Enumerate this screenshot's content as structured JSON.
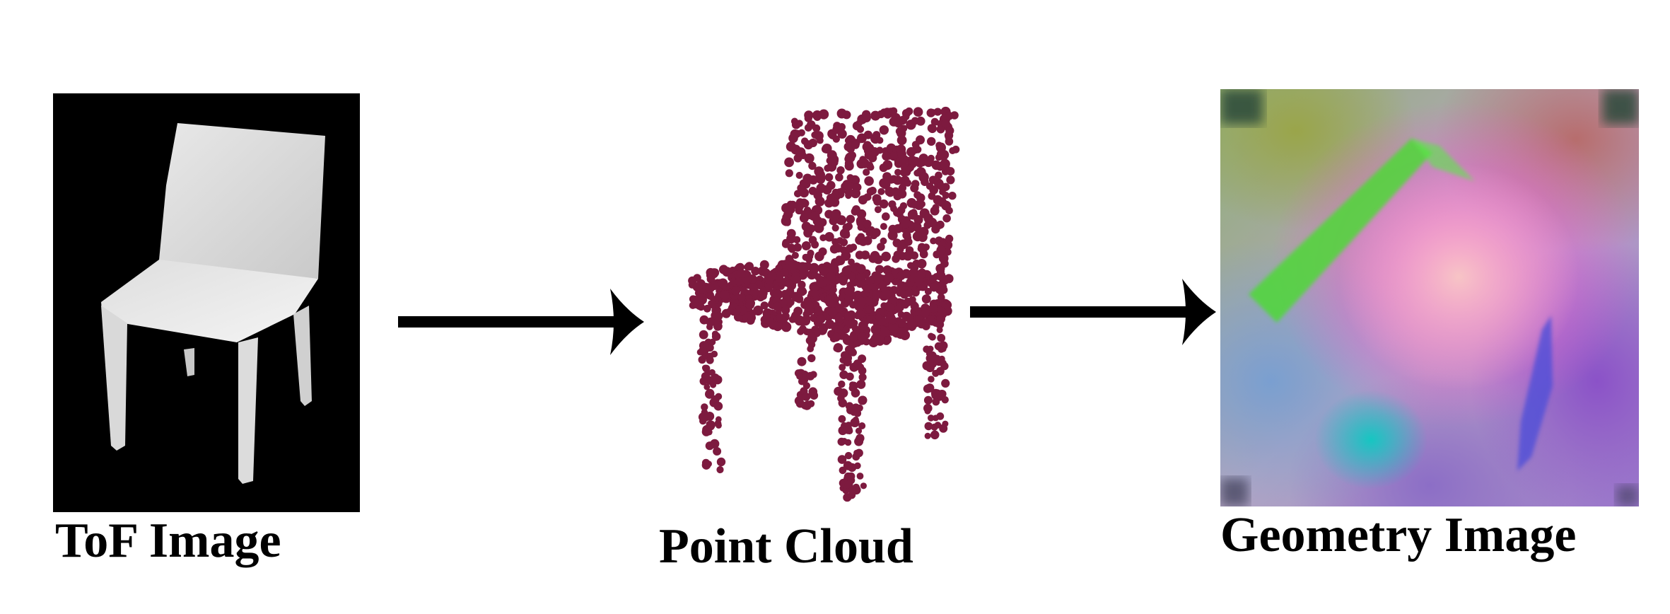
{
  "stages": [
    {
      "label": "ToF Image",
      "icon": "chair-depth-image"
    },
    {
      "label": "Point Cloud",
      "icon": "chair-point-cloud"
    },
    {
      "label": "Geometry Image",
      "icon": "geometry-image"
    }
  ],
  "colors": {
    "point": "#7d1a3f",
    "arrow": "#000000",
    "tof_background": "#000000",
    "chair_light": "#e6e6e6",
    "chair_mid": "#cfcfcf"
  }
}
